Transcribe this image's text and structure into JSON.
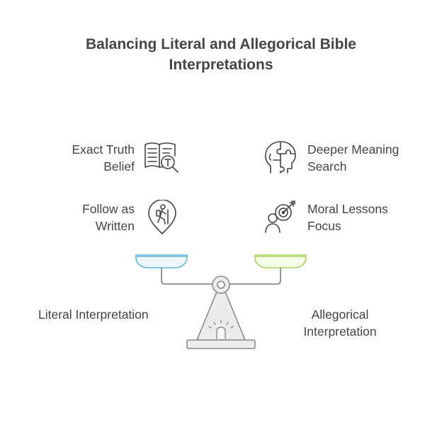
{
  "title": {
    "line1": "Balancing Literal and Allegorical Bible",
    "line2": "Interpretations"
  },
  "left": {
    "items": [
      {
        "line1": "Exact Truth",
        "line2": "Belief",
        "icon": "book-magnifier-icon"
      },
      {
        "line1": "Follow as",
        "line2": "Written",
        "icon": "hiker-location-pin-icon"
      }
    ],
    "side_label": "Literal Interpretation",
    "pan_color": "#5bb8d6"
  },
  "right": {
    "items": [
      {
        "line1": "Deeper Meaning",
        "line2": "Search",
        "icon": "head-puzzle-icon"
      },
      {
        "line1": "Moral Lessons",
        "line2": "Focus",
        "icon": "person-target-icon"
      }
    ],
    "side_label_line1": "Allegorical",
    "side_label_line2": "Interpretation",
    "pan_color": "#a8d45a"
  }
}
